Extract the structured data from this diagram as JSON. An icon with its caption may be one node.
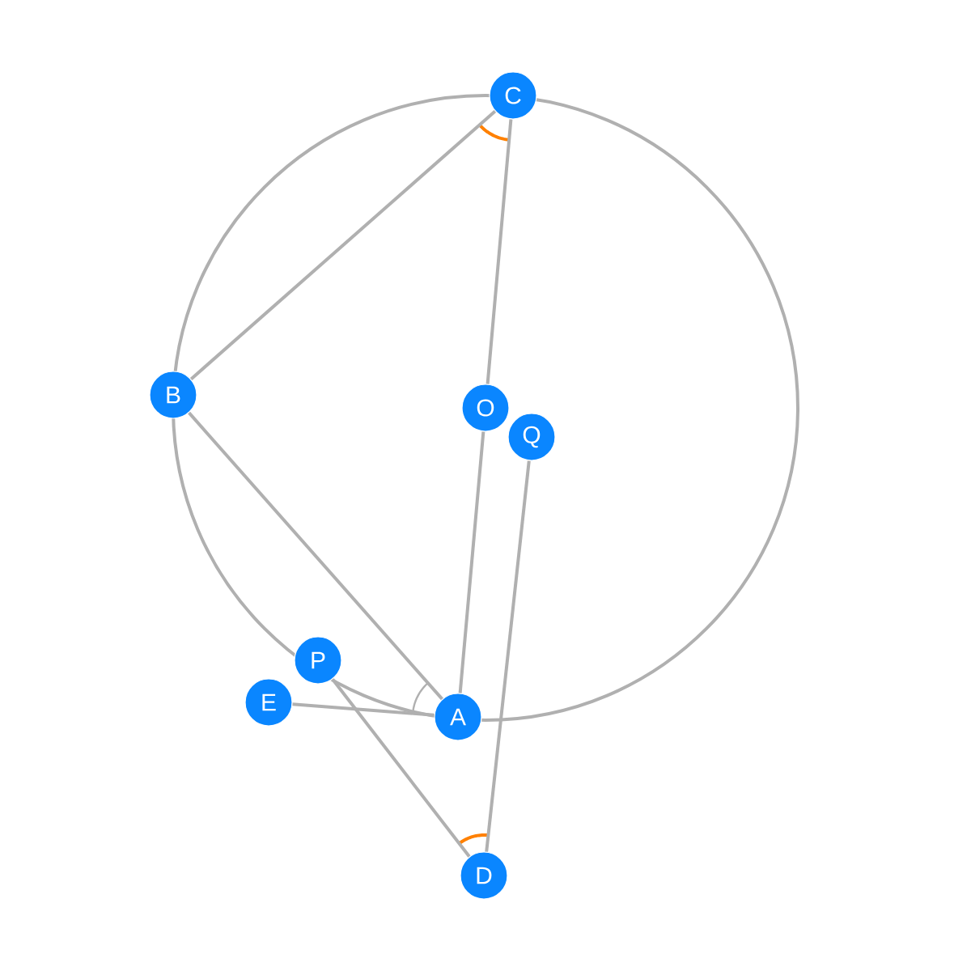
{
  "diagram": {
    "nodes": [
      {
        "text": [
          "C"
        ]
      },
      {
        "text": [
          "B"
        ]
      },
      {
        "text": [
          "O"
        ]
      },
      {
        "text": [
          "Q"
        ]
      },
      {
        "text": [
          "P"
        ]
      },
      {
        "text": [
          "E"
        ]
      },
      {
        "text": [
          "A"
        ]
      },
      {
        "text": [
          "D"
        ]
      }
    ],
    "edges": [
      {
        "from": 1,
        "to": 0,
        "arrow": "none"
      },
      {
        "from": 0,
        "to": 2,
        "arrow": "none"
      },
      {
        "from": 2,
        "to": 6,
        "arrow": "none"
      },
      {
        "from": 6,
        "to": 1,
        "arrow": "none"
      },
      {
        "from": 5,
        "to": 6,
        "arrow": "none"
      },
      {
        "from": 4,
        "to": 7,
        "arrow": "none"
      },
      {
        "from": 3,
        "to": 7,
        "arrow": "none"
      }
    ]
  }
}
